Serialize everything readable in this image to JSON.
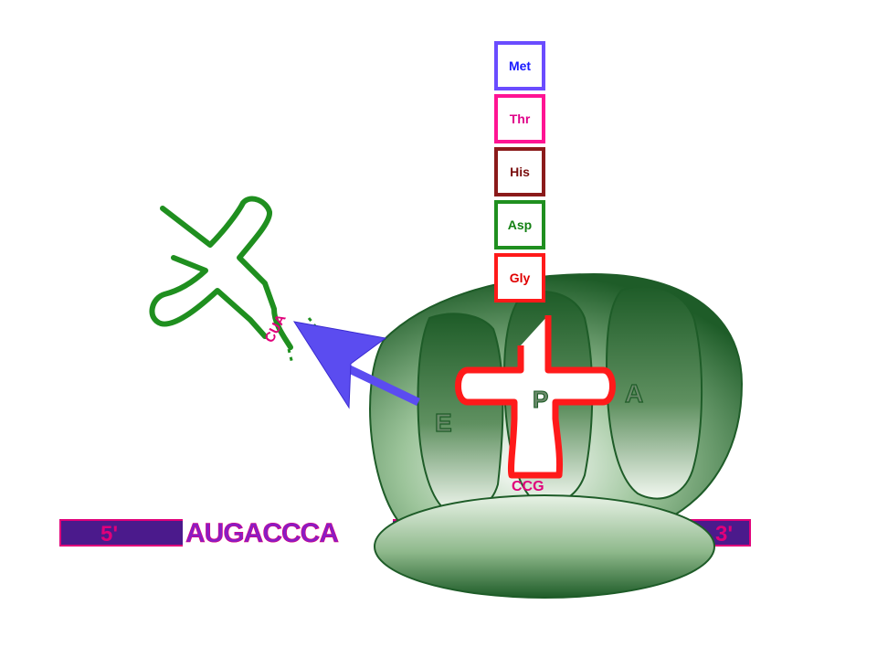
{
  "peptide_chain": [
    {
      "label": "Met",
      "color": "#6a4cff",
      "text_color": "#1a1aff"
    },
    {
      "label": "Thr",
      "color": "#ff1493",
      "text_color": "#e0008a"
    },
    {
      "label": "His",
      "color": "#8b1a1a",
      "text_color": "#7a0e0e"
    },
    {
      "label": "Asp",
      "color": "#1f8f1f",
      "text_color": "#138013"
    },
    {
      "label": "Gly",
      "color": "#ff1a1a",
      "text_color": "#e00000"
    }
  ],
  "ribosome_sites": {
    "e": "E",
    "p": "P",
    "a": "A"
  },
  "exiting_trna": {
    "anticodon": "CUA",
    "color": "#1f8f1f"
  },
  "ptrna": {
    "anticodon": "CCG",
    "color": "#ff1a1a"
  },
  "mrna": {
    "five_prime": "5'",
    "sequence": "AUGACCCA",
    "three_prime": "3'"
  },
  "colors": {
    "ribosome_dark": "#1e5c28",
    "ribosome_light": "#e8f2e6",
    "mrna_bar": "#4b1a8c",
    "arrow": "#5b4cf0",
    "sequence_text": "#8a1cc4"
  }
}
